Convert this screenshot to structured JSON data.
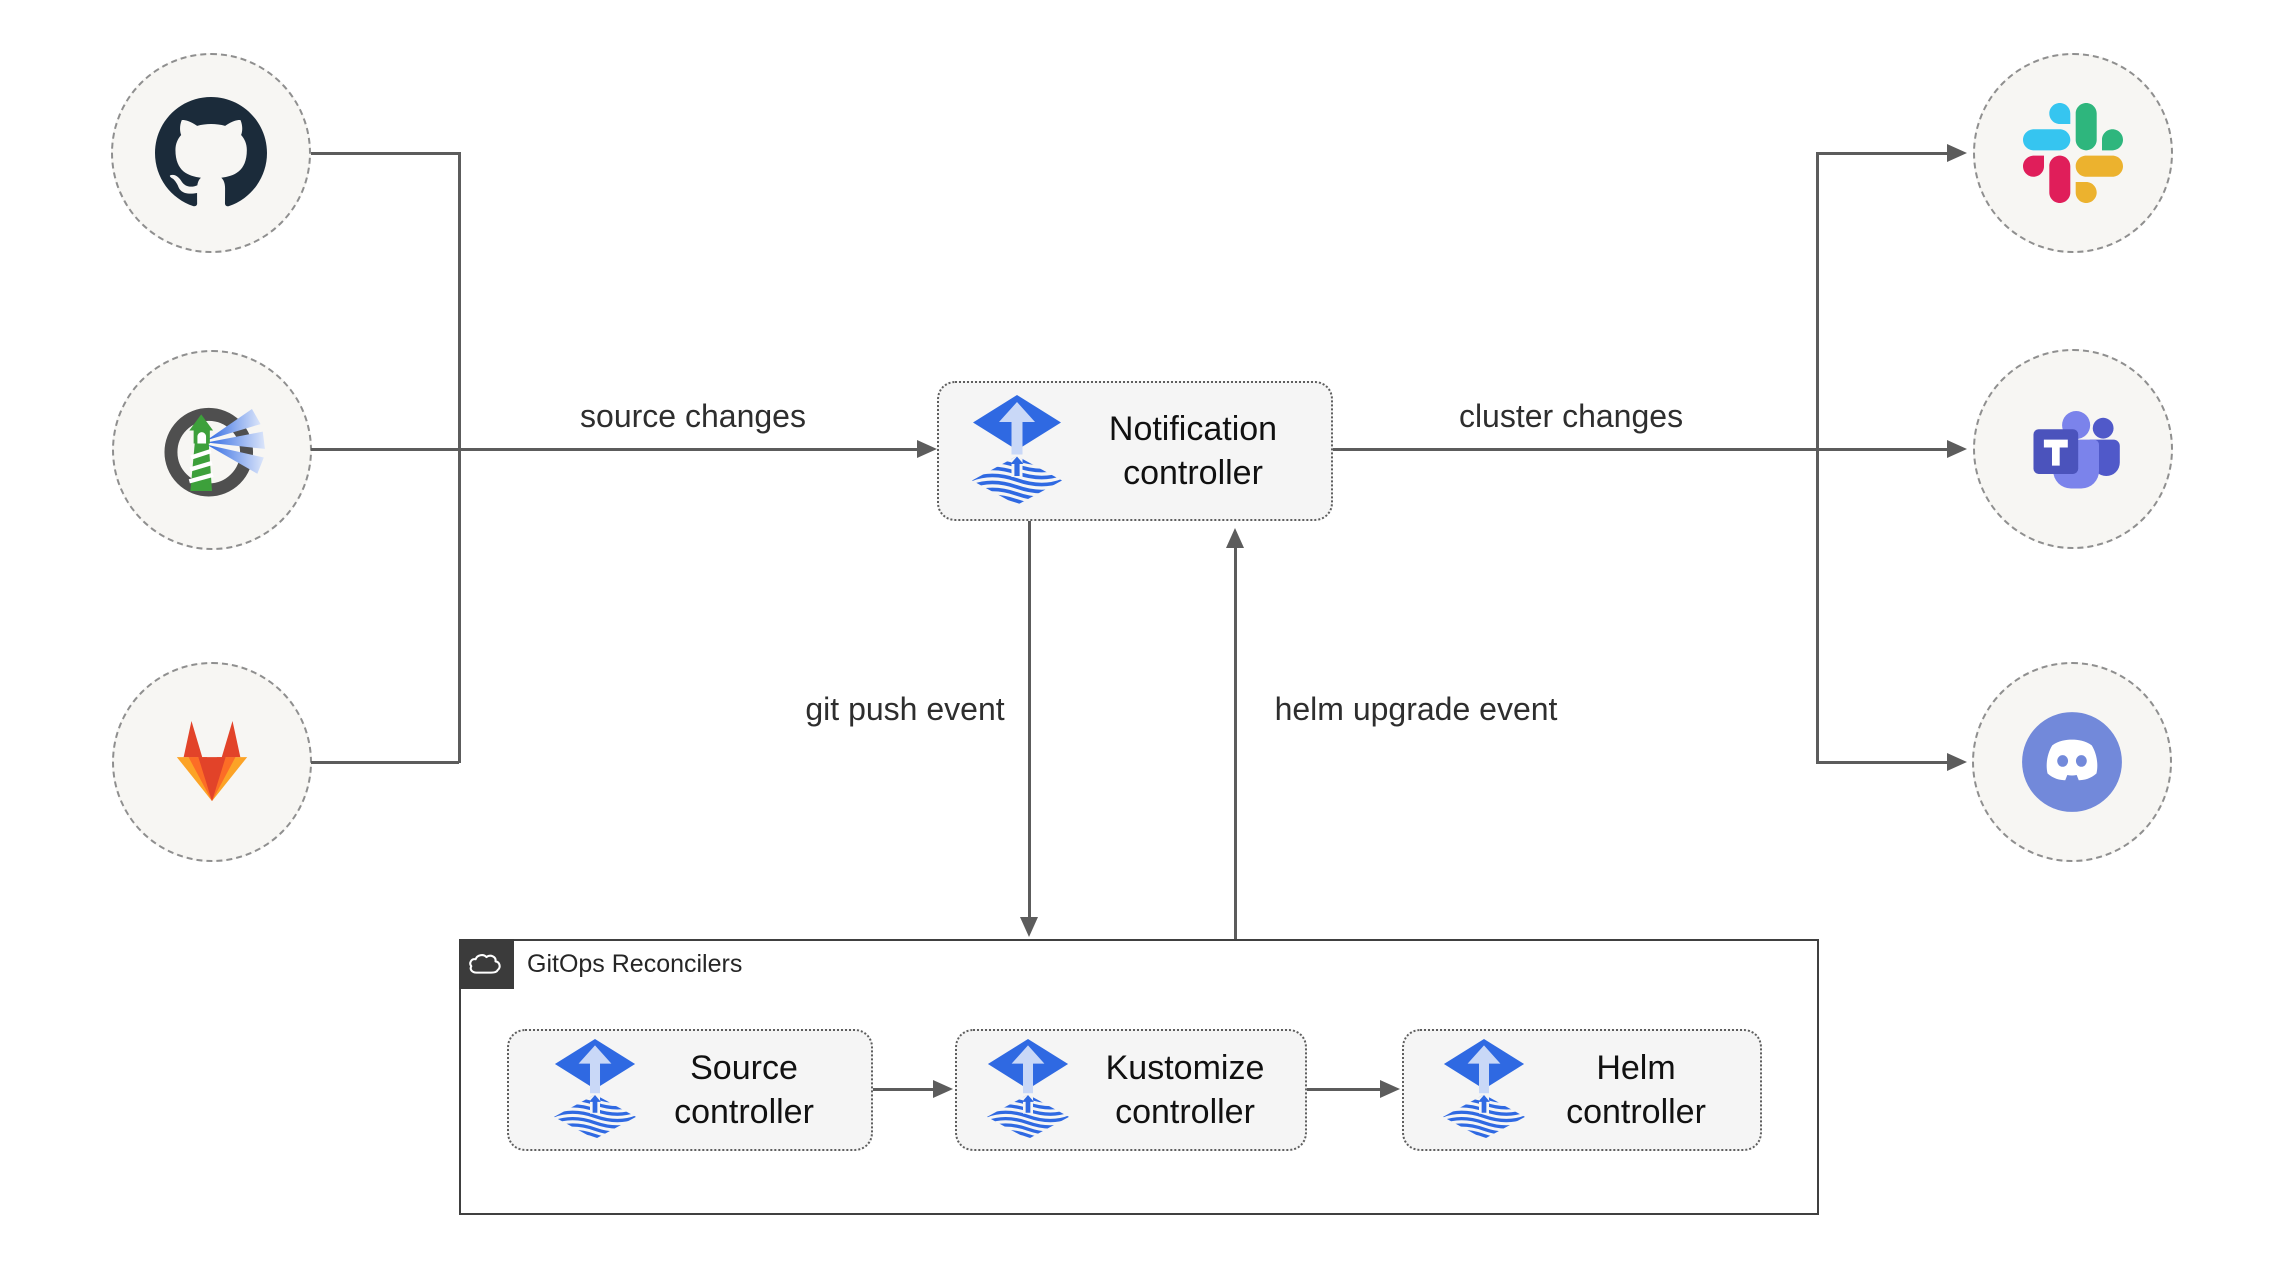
{
  "diagram": {
    "sources": [
      {
        "icon": "github-icon"
      },
      {
        "icon": "harbor-icon"
      },
      {
        "icon": "gitlab-icon"
      }
    ],
    "targets": [
      {
        "icon": "slack-icon"
      },
      {
        "icon": "teams-icon"
      },
      {
        "icon": "discord-icon"
      }
    ],
    "notification_controller": {
      "label": "Notification controller",
      "icon": "flux-icon"
    },
    "edges": {
      "source_changes": {
        "label": "source changes"
      },
      "cluster_changes": {
        "label": "cluster changes"
      },
      "git_push": {
        "label": "git push event"
      },
      "helm_upgrade": {
        "label": "helm upgrade event"
      }
    },
    "gitops_reconcilers": {
      "title": "GitOps Reconcilers",
      "icon": "cloud-icon",
      "controllers": [
        {
          "label": "Source controller",
          "icon": "flux-icon"
        },
        {
          "label": "Kustomize controller",
          "icon": "flux-icon"
        },
        {
          "label": "Helm controller",
          "icon": "flux-icon"
        }
      ]
    },
    "colors": {
      "flux_blue": "#2f69e2",
      "flux_arrow_light": "#c9d8f7",
      "connector_gray": "#5c5c5c",
      "node_fill": "#f7f6f3",
      "node_border": "#8f8f8f",
      "box_fill": "#f5f5f5",
      "box_border": "#5e5e5e",
      "group_border": "#404040",
      "group_corner_bg": "#3b3b3b",
      "github_dark": "#1b2b3a",
      "gitlab_red": "#e24329",
      "gitlab_orange": "#fc6d26",
      "gitlab_yellow": "#fca326",
      "harbor_green": "#3da03b",
      "harbor_ring_gray": "#4f4f4f",
      "slack_blue": "#36c5f0",
      "slack_green": "#2eb67d",
      "slack_yellow": "#ecb22e",
      "slack_pink": "#e01e5a",
      "teams_tile": "#4b53bc",
      "teams_light": "#7b83eb",
      "teams_dark": "#5059c9",
      "discord_blurple": "#7289da"
    }
  }
}
